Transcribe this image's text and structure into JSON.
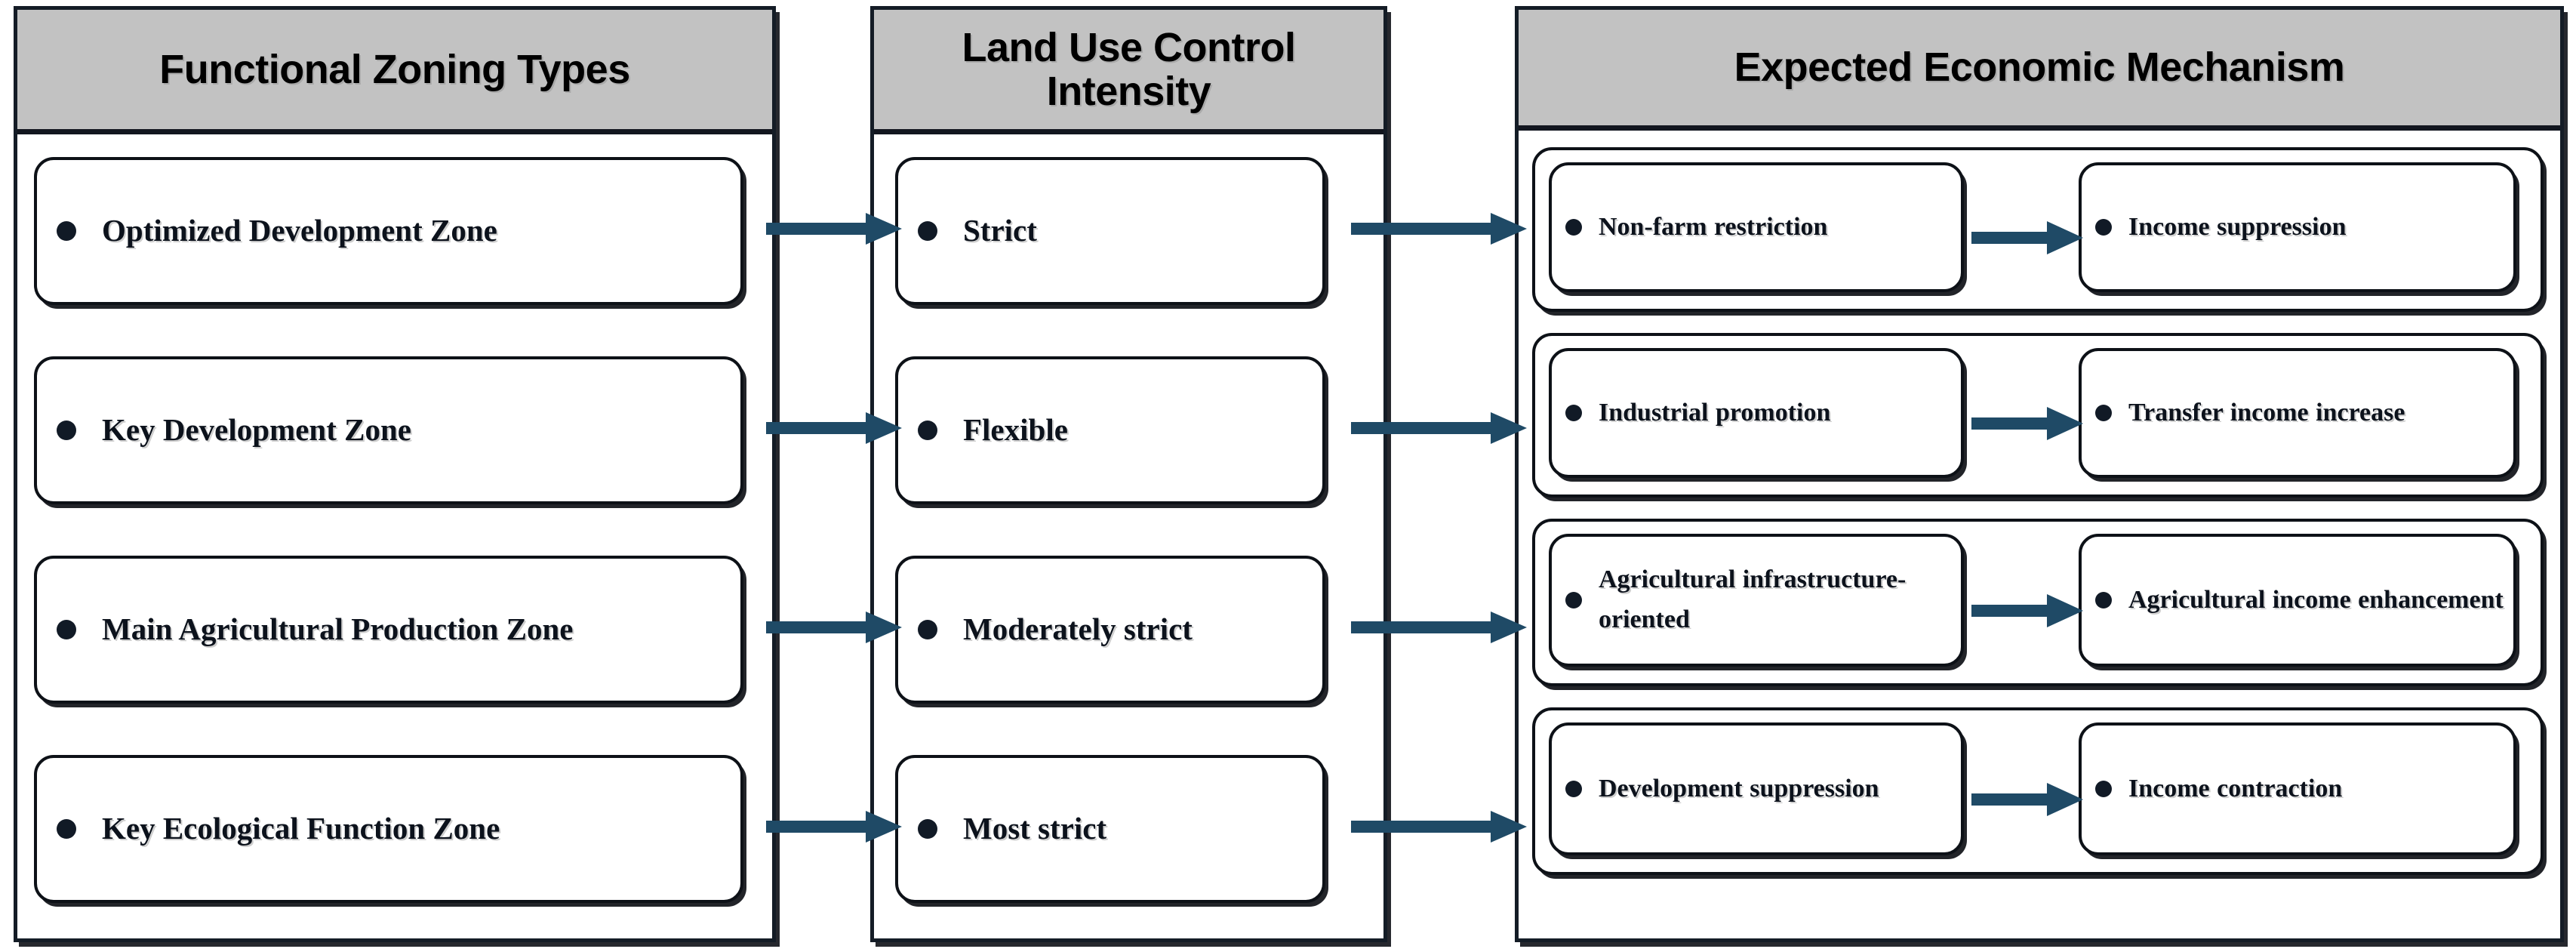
{
  "diagram": {
    "title": "Functional zoning, land use control intensity and expected economic mechanism",
    "accent_arrow_color": "#1f4a66",
    "header_fill_color": "#c2c2c2",
    "border_color": "#0d1117",
    "bullet_color": "#111a26"
  },
  "columns": [
    {
      "id": "functional-zoning-types",
      "header": "Functional Zoning Types",
      "items": [
        {
          "label": "Optimized Development Zone"
        },
        {
          "label": "Key Development Zone"
        },
        {
          "label": "Main Agricultural Production Zone"
        },
        {
          "label": "Key Ecological Function Zone"
        }
      ]
    },
    {
      "id": "land-use-control-intensity",
      "header": "Land Use Control Intensity",
      "items": [
        {
          "label": "Strict"
        },
        {
          "label": "Flexible"
        },
        {
          "label": "Moderately strict"
        },
        {
          "label": "Most strict"
        }
      ]
    },
    {
      "id": "expected-economic-mechanism",
      "header": "Expected Economic Mechanism",
      "items": [
        {
          "cause": "Non-farm restriction",
          "effect": "Income suppression"
        },
        {
          "cause": "Industrial promotion",
          "effect": "Transfer income increase"
        },
        {
          "cause": "Agricultural infrastructure-oriented",
          "effect": "Agricultural income enhancement"
        },
        {
          "cause": "Development suppression",
          "effect": "Income contraction"
        }
      ]
    }
  ],
  "flows": [
    {
      "from": "Optimized Development Zone",
      "to": "Strict"
    },
    {
      "from": "Key Development Zone",
      "to": "Flexible"
    },
    {
      "from": "Main Agricultural Production Zone",
      "to": "Moderately strict"
    },
    {
      "from": "Key Ecological Function Zone",
      "to": "Most strict"
    },
    {
      "from": "Strict",
      "to": "Non-farm restriction"
    },
    {
      "from": "Flexible",
      "to": "Industrial promotion"
    },
    {
      "from": "Moderately strict",
      "to": "Agricultural infrastructure-oriented"
    },
    {
      "from": "Most strict",
      "to": "Development suppression"
    },
    {
      "from": "Non-farm restriction",
      "to": "Income suppression"
    },
    {
      "from": "Industrial promotion",
      "to": "Transfer income increase"
    },
    {
      "from": "Agricultural infrastructure-oriented",
      "to": "Agricultural income enhancement"
    },
    {
      "from": "Development suppression",
      "to": "Income contraction"
    }
  ]
}
